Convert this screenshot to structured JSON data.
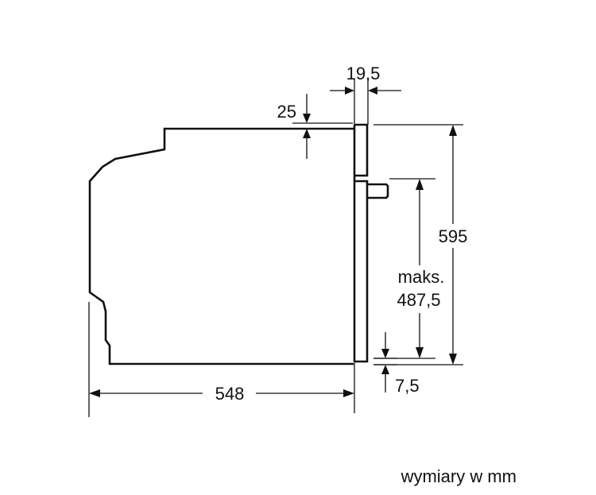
{
  "diagram": {
    "dimensions": {
      "top_gap": "25",
      "front_depth": "19,5",
      "total_height": "595",
      "max_label_line1": "maks.",
      "max_label_line2": "487,5",
      "bottom_gap": "7,5",
      "body_depth": "548"
    },
    "caption": "wymiary w mm",
    "colors": {
      "line": "#111111",
      "background": "#ffffff"
    }
  }
}
